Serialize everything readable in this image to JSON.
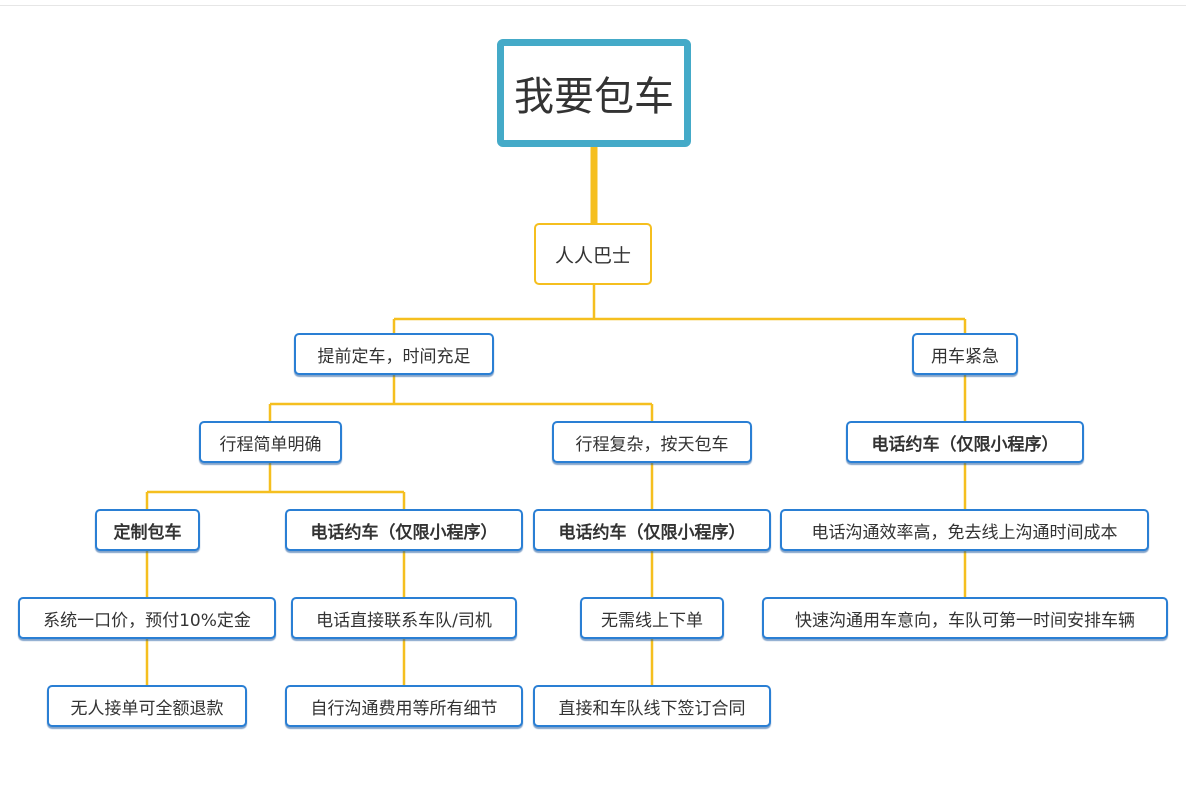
{
  "colors": {
    "root_border": "#44aac8",
    "connector": "#f5bf1f",
    "node_border": "#2a7fd4",
    "text": "#333333"
  },
  "diagram": {
    "root": "我要包车",
    "level1": "人人巴士",
    "advance": {
      "label": "提前定车，时间充足",
      "simple": {
        "label": "行程简单明确",
        "custom": {
          "label": "定制包车",
          "step1": "系统一口价，预付10%定金",
          "step2": "无人接单可全额退款"
        },
        "phone": {
          "label": "电话约车（仅限小程序）",
          "step1": "电话直接联系车队/司机",
          "step2": "自行沟通费用等所有细节"
        }
      },
      "complex": {
        "label": "行程复杂，按天包车",
        "phone": {
          "label": "电话约车（仅限小程序）",
          "step1": "无需线上下单",
          "step2": "直接和车队线下签订合同"
        }
      }
    },
    "urgent": {
      "label": "用车紧急",
      "phone": {
        "label": "电话约车（仅限小程序）",
        "step1": "电话沟通效率高，免去线上沟通时间成本",
        "step2": "快速沟通用车意向，车队可第一时间安排车辆"
      }
    }
  }
}
